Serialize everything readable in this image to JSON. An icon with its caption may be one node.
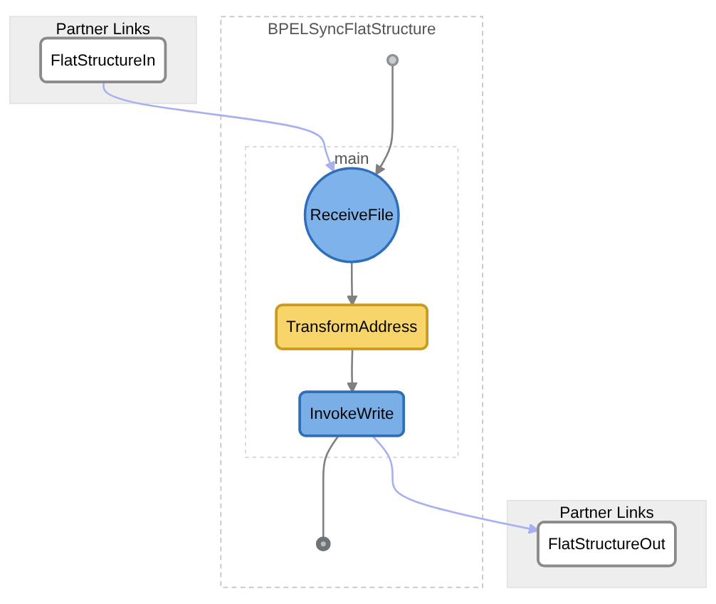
{
  "diagram": {
    "nodes": [
      {
        "text": [
          "Partner Links"
        ]
      },
      {
        "text": [
          "FlatStructureIn"
        ],
        "in": 0
      },
      {
        "text": [
          "BPELSyncFlatStructure"
        ]
      },
      {
        "text": [],
        "shape": "circle",
        "in": 2
      },
      {
        "text": [
          "main"
        ],
        "in": 2
      },
      {
        "text": [
          "ReceiveFile"
        ],
        "in": 4
      },
      {
        "text": [
          "TransformAddress"
        ],
        "in": 4
      },
      {
        "text": [
          "InvokeWrite"
        ],
        "in": 4
      },
      {
        "text": [],
        "shape": "circle",
        "in": 2
      },
      {
        "text": [
          "Partner Links"
        ]
      },
      {
        "text": [
          "FlatStructureOut"
        ],
        "in": 9
      }
    ],
    "edges": [
      {
        "from": 1,
        "to": 5,
        "arrow": "to",
        "color": "#a9b0f0"
      },
      {
        "from": 3,
        "to": 5,
        "arrow": "to"
      },
      {
        "from": 5,
        "to": 6,
        "arrow": "to"
      },
      {
        "from": 6,
        "to": 7,
        "arrow": "to"
      },
      {
        "from": 7,
        "to": 10,
        "arrow": "to",
        "color": "#a9b0f0"
      },
      {
        "from": 7,
        "to": 8,
        "arrow": "none"
      }
    ]
  }
}
